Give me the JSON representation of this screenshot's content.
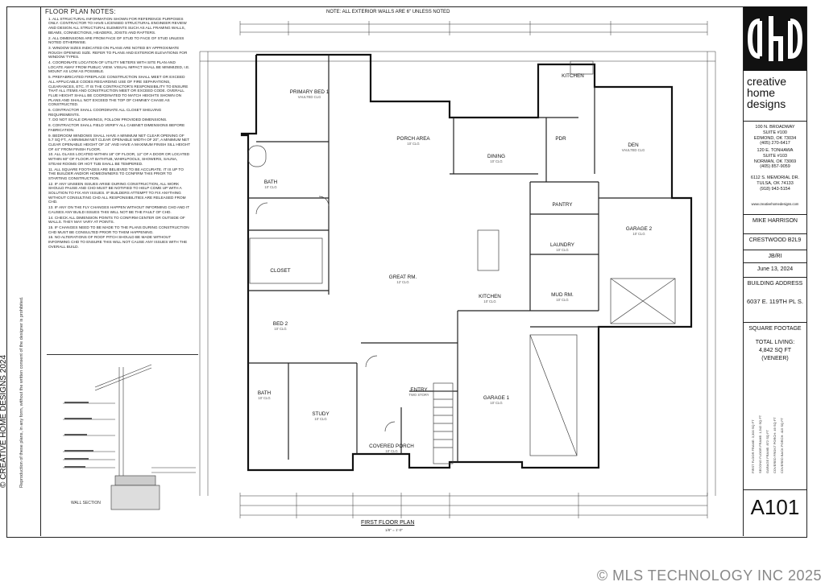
{
  "notes": {
    "title": "FLOOR PLAN NOTES:",
    "items": [
      "1. ALL STRUCTURAL INFORMATION SHOWN FOR REFERENCE PURPOSES ONLY. CONTRACTOR TO HAVE LICENSED STRUCTURAL ENGINEER REVIEW AND DESIGN ALL STRUCTURAL ELEMENTS SUCH AS ALL FRAMING WALLS, BEAMS, CONNECTIONS, HEADERS, JOISTS AND RAFTERS.",
      "2. ALL DIMENSIONS ARE FROM FACE OF STUD TO FACE OF STUD UNLESS NOTED OTHERWISE.",
      "3. WINDOW SIZES INDICATED ON PLANS ARE NOTED BY APPROXIMATE ROUGH OPENING SIZE. REFER TO PLANS AND EXTERIOR ELEVATIONS FOR WINDOW TYPES.",
      "4. COORDINATE LOCATION OF UTILITY METERS WITH SITE PLAN AND LOCATE AWAY FROM PUBLIC VIEW. VISUAL IMPACT SHALL BE MINIMIZED, I.E. MOUNT AS LOW AS POSSIBLE.",
      "5. PREFABRICATED FIREPLACE CONSTRUCTION SHALL MEET OR EXCEED ALL APPLICABLE CODES REGARDING USE OF FIRE SEPARATIONS, CLEARANCES, ETC. IT IS THE CONTRACTOR'S RESPONSIBILITY TO ENSURE THAT ALL ITEMS AND CONSTRUCTION MEET OR EXCEED CODE. OVERALL FLUE HEIGHT SHALL BE COORDINATED TO MATCH HEIGHTS SHOWN ON PLANS AND SHALL NOT EXCEED THE TOP OF CHIMNEY CHASE AS CONSTRUCTED.",
      "6. CONTRACTOR SHALL COORDINATE ALL CLOSET SHELVING REQUIREMENTS.",
      "7. DO NOT SCALE DRAWINGS, FOLLOW PROVIDED DIMENSIONS.",
      "8. CONTRACTOR SHALL FIELD VERIFY ALL CABINET DIMENSIONS BEFORE FABRICATION.",
      "9. BEDROOM WINDOWS SHALL HAVE A MINIMUM NET CLEAR OPENING OF 5.7 SQ FT., A MINIMUM NET CLEAR OPENABLE WIDTH OF 20\", A MINIMUM NET CLEAR OPENABLE HEIGHT OF 24\" AND HAVE A MAXIMUM FINISH SILL HEIGHT OF 44\" FROM FINISH FLOOR.",
      "10. ALL GLASS LOCATED WITHIN 18\" OF FLOOR, 12\" OF A DOOR OR LOCATED WITHIN 60\" OF FLOOR AT BATHTUB, WHIRLPOOLS, SHOWERS, SAUNA, STEAM ROOMS OR HOT TUB SHALL BE TEMPERED.",
      "11. ALL SQUARE FOOTAGES ARE BELIEVED TO BE ACCURATE. IT IS UP TO THE BUILDER AND/OR HOMEOWNERS TO CONFIRM THIS PRIOR TO STARTING CONSTRUCTION.",
      "12. IF ANY UNSEEN ISSUES ARISE DURING CONSTRUCTION, ALL WORK SHOULD PAUSE AND CHD MUST BE NOTIFIED TO HELP COME UP WITH A SOLUTION TO FIX ANY ISSUES. IF BUILDERS ATTEMPT TO FIX ANYTHING WITHOUT CONSULTING CHD ALL RESPONSIBILITIES ARE RELEASED FROM CHD.",
      "13. IF ANY ON THE FLY CHANGES HAPPEN WITHOUT INFORMING CHD AND IT CAUSES ANY BUILD ISSUES THIS WILL NOT BE THE FAULT OF CHD.",
      "14. CHECK ALL DIMENSION POINTS TO CONFIRM CENTER OR OUTSIDE OF WALLS. THEY MAY VARY AT POINTS.",
      "15. IF CHANGES NEED TO BE MADE TO THE PLANS DURING CONSTRUCTION CHD MUST BE CONSULTED PRIOR TO THEM HAPPENING.",
      "16. NO ALTERATIONS OF ROOF PITCH SHOULD BE MADE WITHOUT INFORMING CHD TO ENSURE THIS WILL NOT CAUSE ANY ISSUES WITH THE OVERALL BUILD."
    ]
  },
  "left_title": {
    "copyright": "© CREATIVE HOME DESIGNS 2024",
    "sub": "Reproduction of these plans, in any form, without the written consent of the designer is prohibited."
  },
  "detail": {
    "label": "WALL SECTION"
  },
  "top_note": "NOTE: ALL EXTERIOR WALLS ARE 6\" UNLESS NOTED",
  "plan": {
    "title": "FIRST FLOOR PLAN",
    "scale": "1/8\" = 1'-0\"",
    "rooms": [
      {
        "name": "PRIMARY BED 1",
        "sub": "VAULTED CLG"
      },
      {
        "name": "BATH",
        "sub": "10' CLG"
      },
      {
        "name": "CLOSET",
        "sub": ""
      },
      {
        "name": "PORCH AREA",
        "sub": "10' CLG"
      },
      {
        "name": "DINING",
        "sub": "10' CLG"
      },
      {
        "name": "KITCHEN",
        "sub": ""
      },
      {
        "name": "PDR",
        "sub": ""
      },
      {
        "name": "DEN",
        "sub": "VAULTED CLG"
      },
      {
        "name": "PANTRY",
        "sub": ""
      },
      {
        "name": "GARAGE 2",
        "sub": "10' CLG"
      },
      {
        "name": "LAUNDRY",
        "sub": "10' CLG"
      },
      {
        "name": "GREAT RM.",
        "sub": "12' CLG"
      },
      {
        "name": "KITCHEN",
        "sub": "10' CLG"
      },
      {
        "name": "MUD RM.",
        "sub": "10' CLG"
      },
      {
        "name": "BED 2",
        "sub": "10' CLG"
      },
      {
        "name": "BATH",
        "sub": "10' CLG"
      },
      {
        "name": "STUDY",
        "sub": "10' CLG"
      },
      {
        "name": "ENTRY",
        "sub": "TWO STORY"
      },
      {
        "name": "COVERED PORCH",
        "sub": "10' CLG"
      },
      {
        "name": "GARAGE 1",
        "sub": "10' CLG"
      }
    ]
  },
  "titleblock": {
    "brand": [
      "creative",
      "home",
      "designs"
    ],
    "offices": [
      [
        "100 N. BROADWAY",
        "SUITE #100",
        "EDMOND, OK 73034",
        "(405) 270-6417"
      ],
      [
        "120 E. TONHAWA",
        "SUITE #103",
        "NORMAN, OK 73069",
        "(405) 857-9059"
      ],
      [
        "6112 S. MEMORIAL DR.",
        "TULSA, OK 74133",
        "(918) 943-5154"
      ]
    ],
    "website": "www.creativehomedesigns.com",
    "client": "MIKE HARRISON",
    "plan_name": "CRESTWOOD B2L9",
    "initials": "JB/RI",
    "date": "June 13, 2024",
    "address_label": "BUILDING ADDRESS",
    "address": "6037 E. 119TH PL S.",
    "sqft_label": "SQUARE FOOTAGE",
    "total_living_label": "TOTAL LIVING:",
    "total_living": "4,842 SQ FT",
    "veneer": "(VENEER)",
    "sheet": "A101"
  },
  "sqft_breakdown": [
    "FIRST FLOOR FRAME: 3,300 SQ FT",
    "SECOND FLOOR FRAME: 1,542 SQ FT",
    "GARAGE FRAME: 872 SQ FT",
    "COVERED FRONT PORCH: 49 SQ FT",
    "COVERED BACK PORCH: 415 SQ FT"
  ],
  "watermark": "© MLS TECHNOLOGY INC 2025"
}
